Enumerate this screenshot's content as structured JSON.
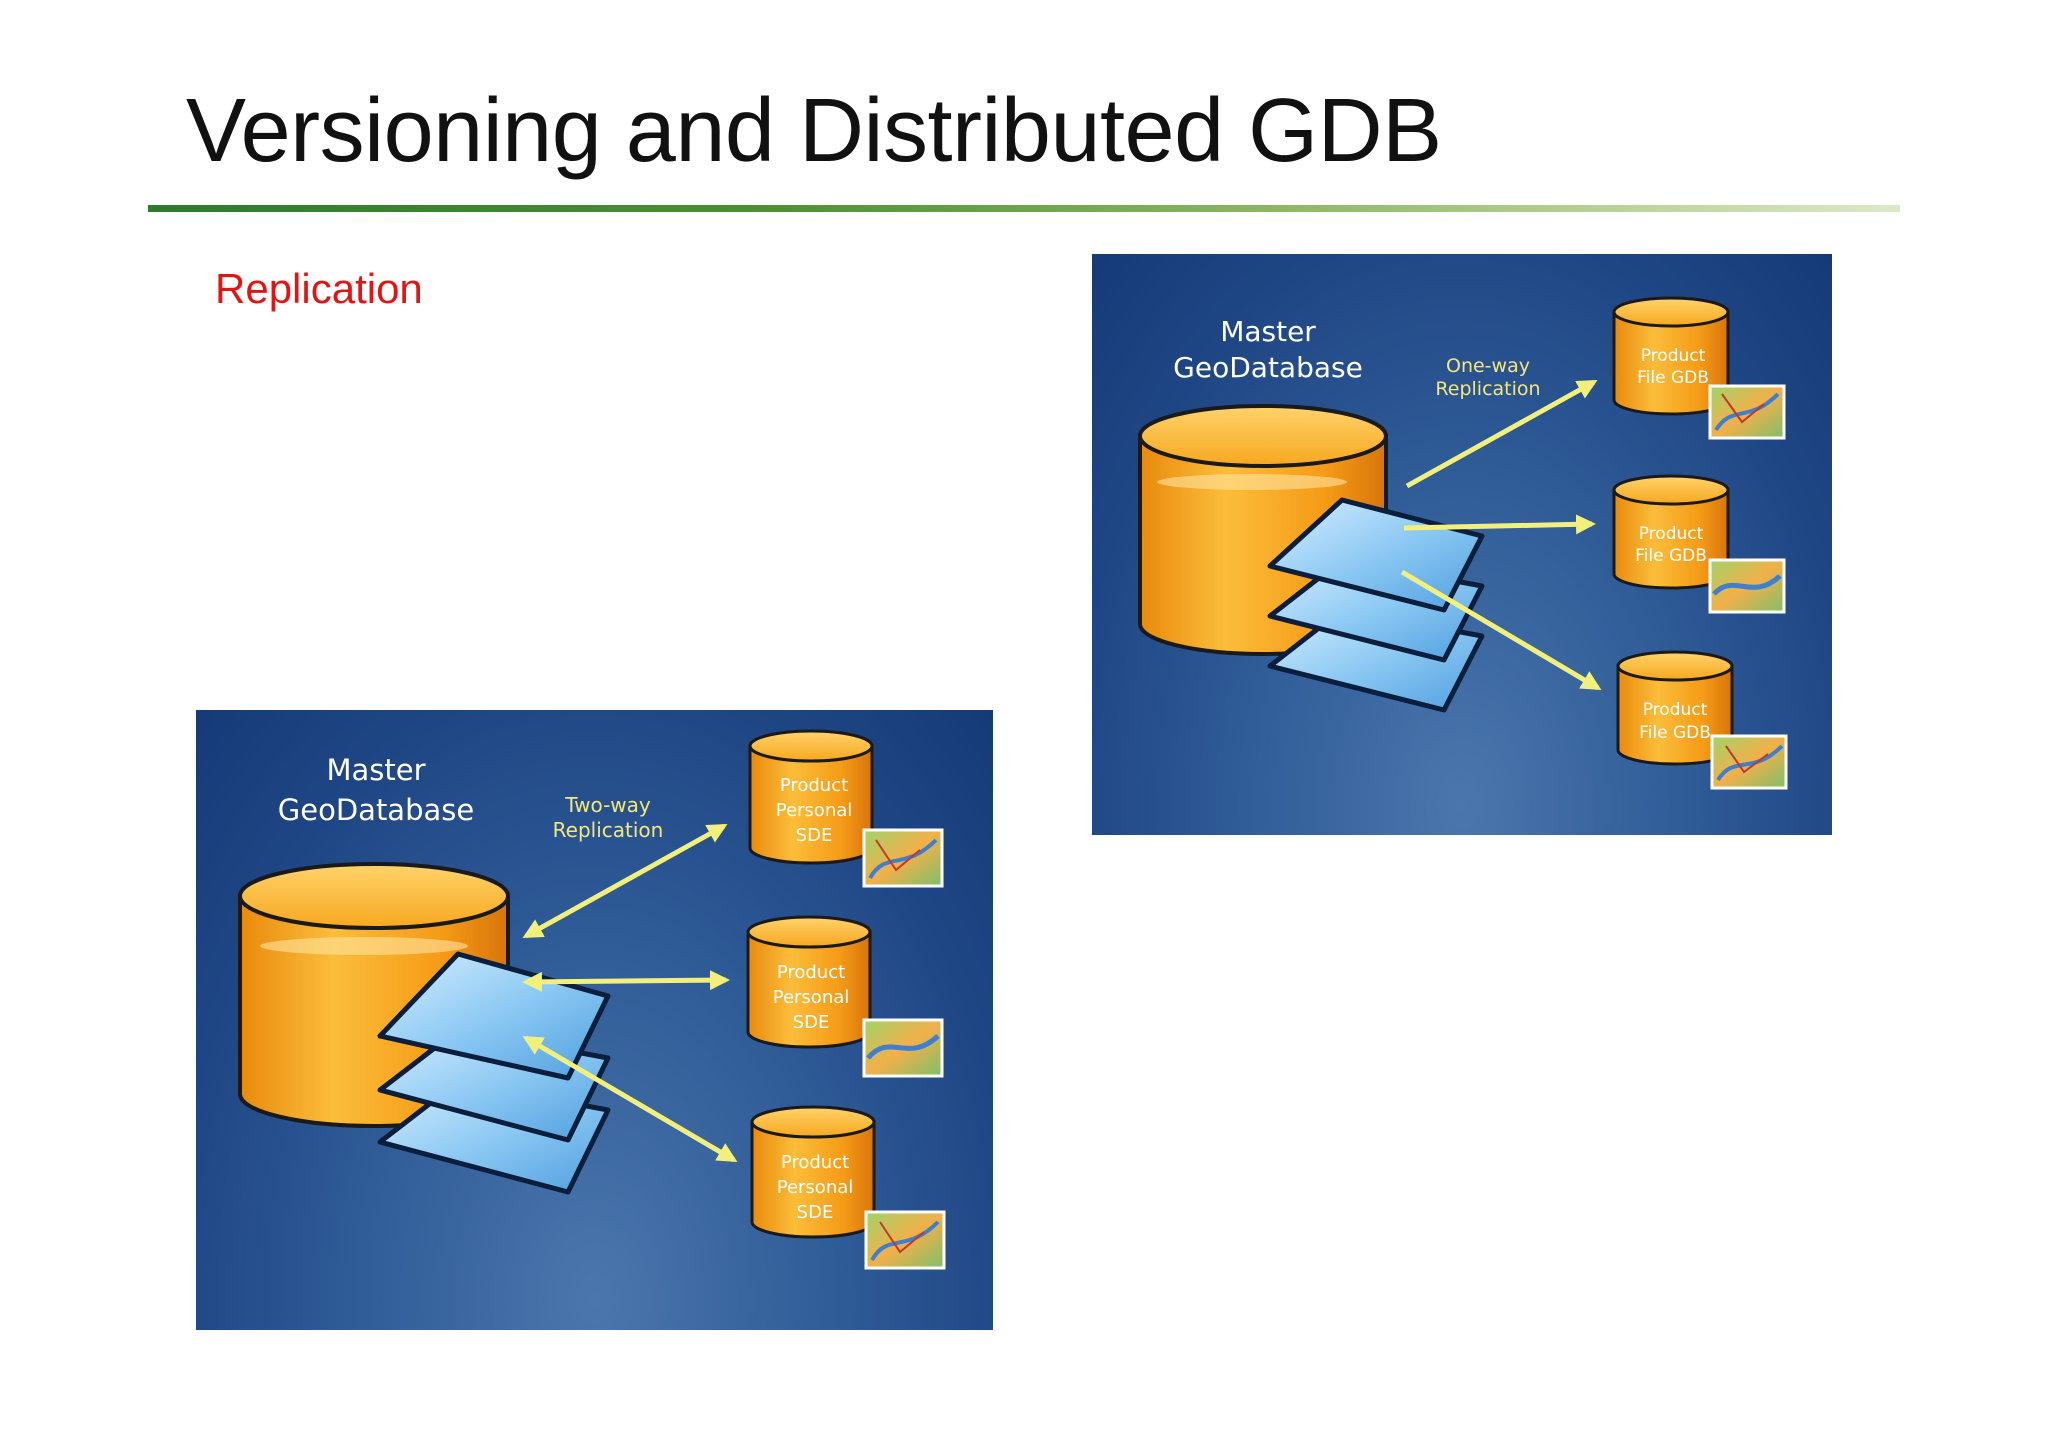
{
  "slide": {
    "title": "Versioning and Distributed GDB",
    "subtitle": "Replication"
  },
  "colors": {
    "title_rule_start": "#2e7a2e",
    "title_rule_end": "#dce9c9",
    "subtitle": "#e31414",
    "panel_background": "#24508e",
    "cylinder": "#f6a21b",
    "layer": "#8cc8f2",
    "arrow": "#f2f07a",
    "label_yellow": "#f4e77a"
  },
  "one_way_diagram": {
    "master_line1": "Master",
    "master_line2": "GeoDatabase",
    "replication_line1": "One-way",
    "replication_line2": "Replication",
    "targets": [
      {
        "line1": "Product",
        "line2": "File GDB",
        "icon": "map-thumbnail-icon"
      },
      {
        "line1": "Product",
        "line2": "File GDB",
        "icon": "map-thumbnail-icon"
      },
      {
        "line1": "Product",
        "line2": "File GDB",
        "icon": "map-thumbnail-icon"
      }
    ]
  },
  "two_way_diagram": {
    "master_line1": "Master",
    "master_line2": "GeoDatabase",
    "replication_line1": "Two-way",
    "replication_line2": "Replication",
    "targets": [
      {
        "line1": "Product",
        "line2": "Personal",
        "line3": "SDE",
        "icon": "map-thumbnail-icon"
      },
      {
        "line1": "Product",
        "line2": "Personal",
        "line3": "SDE",
        "icon": "map-thumbnail-icon"
      },
      {
        "line1": "Product",
        "line2": "Personal",
        "line3": "SDE",
        "icon": "map-thumbnail-icon"
      }
    ]
  }
}
